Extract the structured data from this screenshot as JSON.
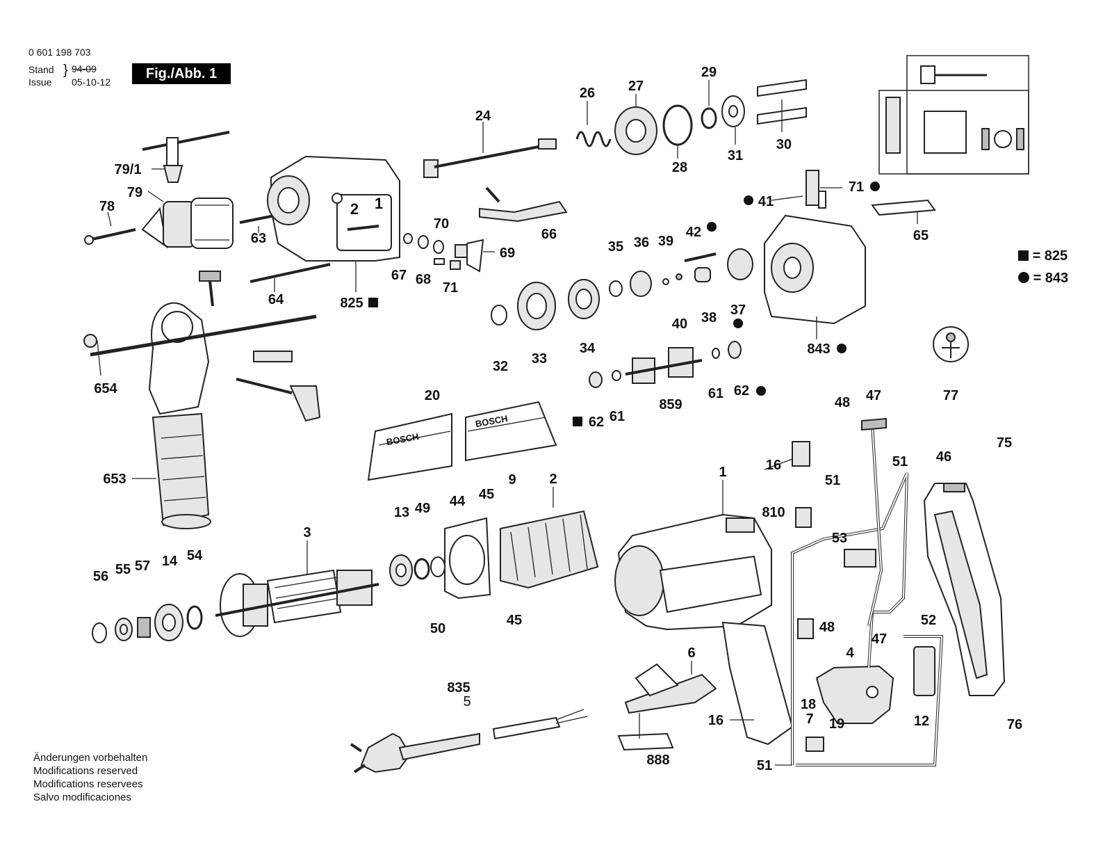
{
  "header": {
    "part_number": "0 601 198 703",
    "stand_label": "Stand",
    "stand_old": "94-09",
    "issue_label": "Issue",
    "issue_date": "05-10-12",
    "figure_label": "Fig./Abb. 1"
  },
  "legend": {
    "square": "= 825",
    "circle": "= 843"
  },
  "notes": [
    "Änderungen vorbehalten",
    "Modifications reserved",
    "Modifications reservees",
    "Salvo modificaciones"
  ],
  "brand": "BOSCH",
  "chuck_numbers": [
    "2",
    "1"
  ],
  "part_labels": [
    "0 601 198 703"
  ],
  "labels": {
    "l_79_1": "79/1",
    "l_79": "79",
    "l_78": "78",
    "l_63": "63",
    "l_24": "24",
    "l_825a": "825",
    "l_26": "26",
    "l_27": "27",
    "l_29": "29",
    "l_28": "28",
    "l_31": "31",
    "l_30": "30",
    "l_66": "66",
    "l_70": "70",
    "l_67": "67",
    "l_68": "68",
    "l_69": "69",
    "l_71a": "71",
    "l_64": "64",
    "l_654": "654",
    "l_653": "653",
    "l_35": "35",
    "l_36": "36",
    "l_39": "39",
    "l_42": "42",
    "l_32": "32",
    "l_33": "33",
    "l_34": "34",
    "l_40": "40",
    "l_38": "38",
    "l_37": "37",
    "l_41": "41",
    "l_71b": "71",
    "l_65": "65",
    "l_843": "843",
    "l_77": "77",
    "l_62a": "62",
    "l_61a": "61",
    "l_859": "859",
    "l_61b": "61",
    "l_62b": "62",
    "l_20": "20",
    "l_9": "9",
    "l_48a": "48",
    "l_47a": "47",
    "l_16a": "16",
    "l_51a": "51",
    "l_51b": "51",
    "l_46": "46",
    "l_75": "75",
    "l_810": "810",
    "l_53": "53",
    "l_1": "1",
    "l_52": "52",
    "l_48b": "48",
    "l_47b": "47",
    "l_4": "4",
    "l_18": "18",
    "l_7": "7",
    "l_19": "19",
    "l_12": "12",
    "l_76": "76",
    "l_16b": "16",
    "l_51c": "51",
    "l_3": "3",
    "l_13": "13",
    "l_49": "49",
    "l_44": "44",
    "l_45a": "45",
    "l_2": "2",
    "l_56": "56",
    "l_55": "55",
    "l_57": "57",
    "l_14": "14",
    "l_54": "54",
    "l_50": "50",
    "l_45b": "45",
    "l_835": "835",
    "l_5": "5",
    "l_6": "6",
    "l_888": "888"
  }
}
